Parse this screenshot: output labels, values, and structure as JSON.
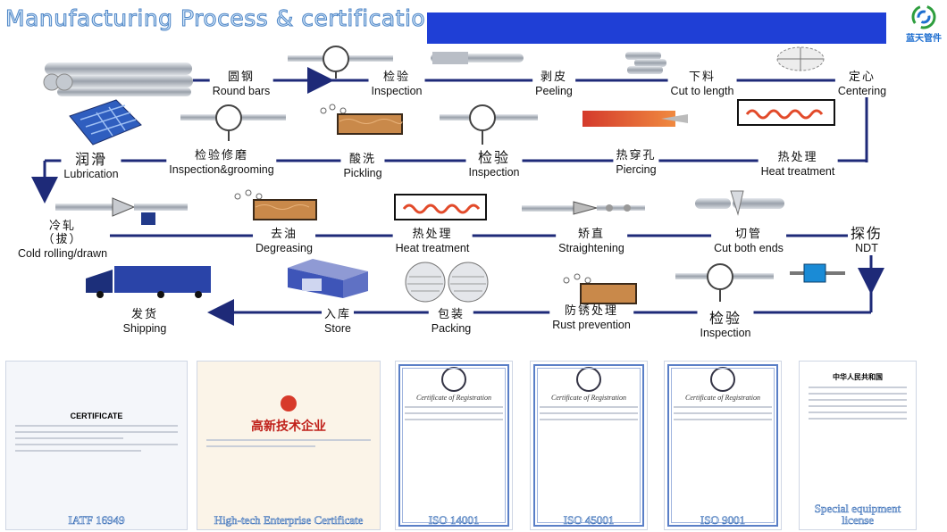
{
  "title": "Manufacturing Process & certification",
  "logo": {
    "text": "蓝天管件",
    "icon": "brand-swirl-logo-icon",
    "colors": [
      "#2e9e3e",
      "#1f6fd0"
    ]
  },
  "colors": {
    "flow_line": "#1e2a78",
    "header_bar": "#1f3fd6",
    "label_outline": "#4f86c6"
  },
  "steps": [
    {
      "zh": "圆钢",
      "en": "Round bars"
    },
    {
      "zh": "检验",
      "en": "Inspection"
    },
    {
      "zh": "剥皮",
      "en": "Peeling"
    },
    {
      "zh": "下料",
      "en": "Cut to length"
    },
    {
      "zh": "定心",
      "en": "Centering"
    },
    {
      "zh": "热处理",
      "en": "Heat treatment"
    },
    {
      "zh": "热穿孔",
      "en": "Piercing"
    },
    {
      "zh": "检验",
      "en": "Inspection"
    },
    {
      "zh": "酸洗",
      "en": "Pickling"
    },
    {
      "zh": "检验修磨",
      "en": "Inspection&grooming"
    },
    {
      "zh": "润滑",
      "en": "Lubrication"
    },
    {
      "zh": "冷轧",
      "zh2": "（拔）",
      "en": "Cold rolling/drawn"
    },
    {
      "zh": "去油",
      "en": "Degreasing"
    },
    {
      "zh": "热处理",
      "en": "Heat treatment"
    },
    {
      "zh": "矫直",
      "en": "Straightening"
    },
    {
      "zh": "切管",
      "en": "Cut both ends"
    },
    {
      "zh": "探伤",
      "en": "NDT"
    },
    {
      "zh": "检验",
      "en": "Inspection"
    },
    {
      "zh": "防锈处理",
      "en": "Rust prevention"
    },
    {
      "zh": "包装",
      "en": "Packing"
    },
    {
      "zh": "入库",
      "en": "Store"
    },
    {
      "zh": "发货",
      "en": "Shipping"
    }
  ],
  "certificates": [
    {
      "label": "IATF 16949",
      "heading": "CERTIFICATE"
    },
    {
      "label": "High-tech Enterprise Certificate",
      "heading": "高新技术企业"
    },
    {
      "label": "ISO 14001",
      "heading": "Certificate of Registration"
    },
    {
      "label": "ISO 45001",
      "heading": "Certificate of Registration"
    },
    {
      "label": "ISO 9001",
      "heading": "Certificate of Registration"
    },
    {
      "label": "Special equipment license",
      "heading": "中华人民共和国"
    }
  ]
}
